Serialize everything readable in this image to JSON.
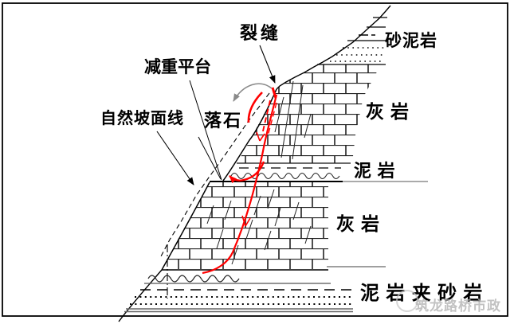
{
  "labels": {
    "crack": "裂缝",
    "sandy_mudstone": "砂泥岩",
    "weight_reduction_platform": "减重平台",
    "natural_slope_line": "自然坡面线",
    "rockfall": "落石",
    "limestone_upper": "灰 岩",
    "mudstone": "泥 岩",
    "limestone_lower": "灰 岩",
    "mudstone_with_sandstone": "泥 岩 夹 砂 岩"
  },
  "watermark": {
    "text": "筑龙路桥市政"
  },
  "colors": {
    "line": "#000000",
    "crack_red": "#FF0000",
    "watermark_gray": "#B3B3B3",
    "background": "#FFFFFF"
  }
}
